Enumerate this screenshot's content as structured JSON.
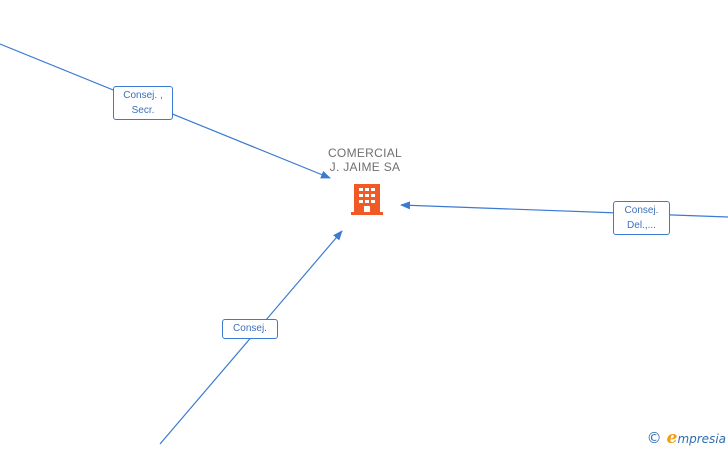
{
  "company": {
    "name_line1": "COMERCIAL",
    "name_line2": "J.  JAIME SA",
    "icon": "building-icon",
    "icon_color": "#f15a24"
  },
  "relations": [
    {
      "line1": "Consej. ,",
      "line2": "Secr."
    },
    {
      "line1": "Consej.",
      "line2": "Del.,..."
    },
    {
      "line1": "Consej.",
      "line2": ""
    }
  ],
  "colors": {
    "edge": "#3a7ad3",
    "box_border": "#3a7ad3",
    "box_text": "#3a6fbf"
  },
  "watermark": {
    "copyright": "©",
    "brand_initial": "e",
    "brand_rest": "mpresia"
  }
}
